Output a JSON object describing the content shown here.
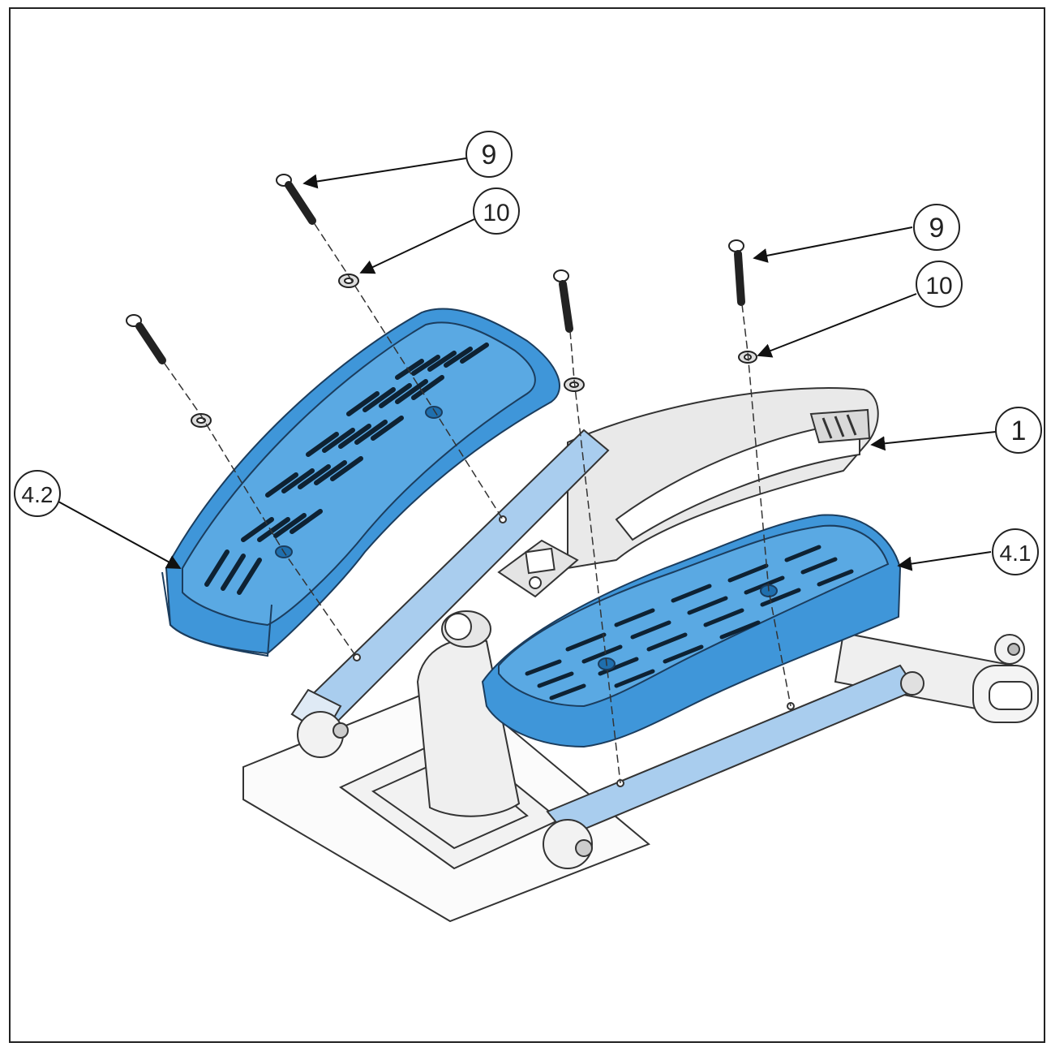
{
  "diagram": {
    "colors": {
      "pedal_fill": "#3f96d9",
      "pedal_dark": "#1f6fae",
      "rail_fill": "#a9cdee",
      "line": "#222222",
      "frame_gray": "#e6e6e6"
    },
    "callouts": {
      "left_bolt_top": "9",
      "left_washer_top": "10",
      "right_bolt_top": "9",
      "right_washer_top": "10",
      "frame": "1",
      "right_pedal": "4.1",
      "left_pedal": "4.2"
    }
  }
}
